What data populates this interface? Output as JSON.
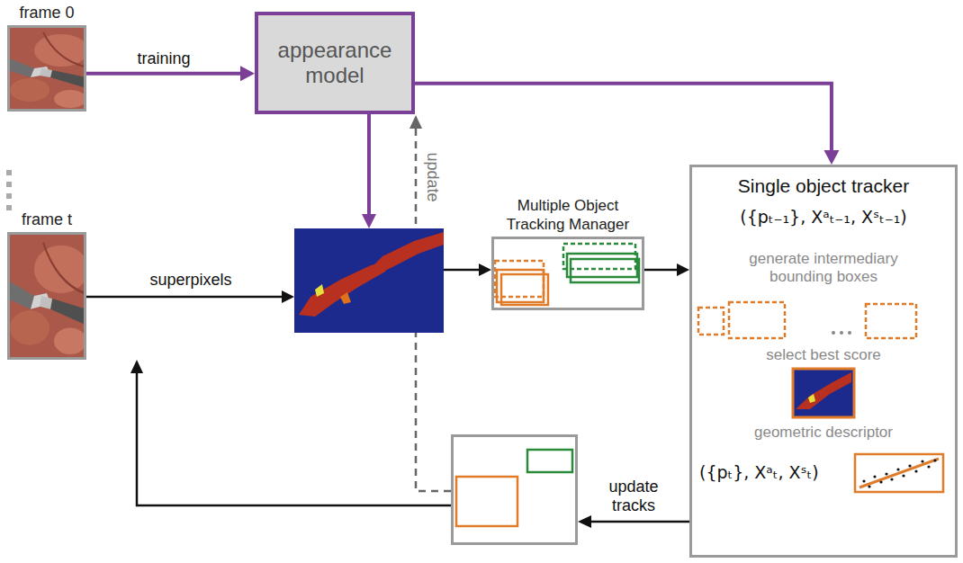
{
  "diagram": {
    "nodes": [
      {
        "text": [
          "frame 0"
        ]
      },
      {
        "text": [
          "appearance model"
        ]
      },
      {
        "text": [
          "frame t"
        ]
      },
      {
        "text": [
          "Multiple Object Tracking Manager"
        ]
      },
      {
        "text": [
          "Single object tracker",
          "({pₜ₋₁}, Xᵃₜ₋₁, Xˢₜ₋₁)",
          "generate intermediary bounding boxes",
          "select best score",
          "geometric descriptor",
          "({pₜ}, Xᵃₜ, Xˢₜ)"
        ]
      }
    ],
    "edges": [
      {
        "from": 0,
        "to": 1,
        "arrow": "to",
        "label": "training"
      },
      {
        "from": 1,
        "to": 4,
        "arrow": "to"
      },
      {
        "from": 3,
        "to": 4,
        "arrow": "to"
      }
    ],
    "labels": [
      "superpixels",
      "update",
      "update tracks"
    ]
  }
}
